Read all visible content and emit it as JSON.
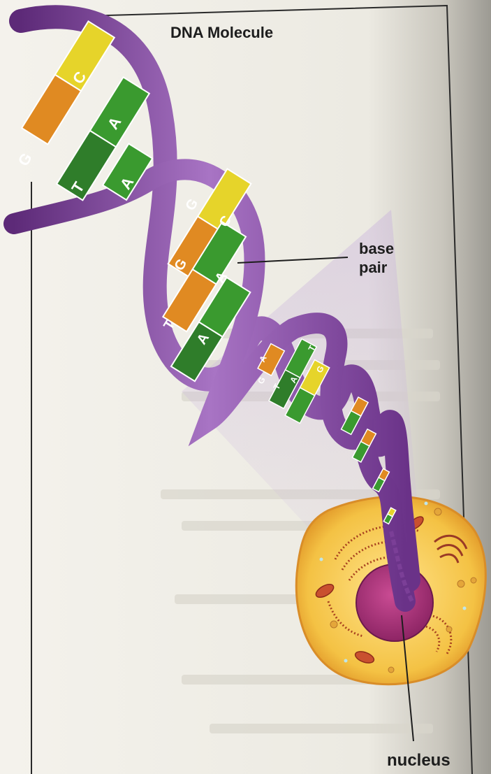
{
  "title": "DNA Molecule",
  "labels": {
    "base_pair_line1": "base",
    "base_pair_line2": "pair",
    "nucleus": "nucleus"
  },
  "bases": [
    "C",
    "G",
    "T",
    "A",
    "A",
    "G",
    "C",
    "G",
    "A",
    "T",
    "A",
    "A",
    "G",
    "T",
    "A",
    "T",
    "G"
  ],
  "colors": {
    "backbone": "#7b3f97",
    "backbone_light": "#b98acd",
    "adenine": "#3a9a2f",
    "thymine": "#2f7d2a",
    "guanine": "#e08a22",
    "cytosine": "#e6d42a",
    "cell": "#f1c24a",
    "nucleus": "#b2357c",
    "paper": "#f3f1ea"
  }
}
